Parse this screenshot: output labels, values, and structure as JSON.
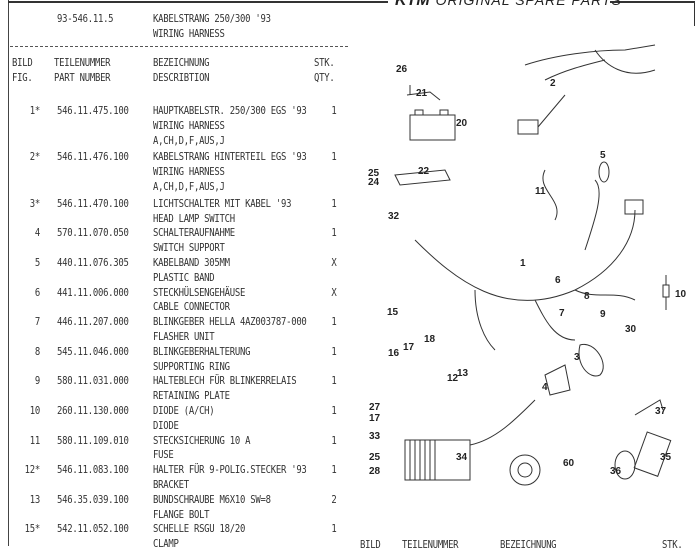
{
  "brand": {
    "logo": "KTM",
    "tagline": "ORIGINAL SPARE PARTS"
  },
  "group": {
    "number": "93-546.11.5",
    "title_de": "KABELSTRANG 250/300 '93",
    "title_en": "WIRING HARNESS"
  },
  "headers": {
    "fig_de": "BILD",
    "fig_en": "FIG.",
    "part_de": "TEILENUMMER",
    "part_en": "PART NUMBER",
    "desc_de": "BEZEICHNUNG",
    "desc_en": "DESCRIBTION",
    "qty_de": "STK.",
    "qty_en": "QTY."
  },
  "items": [
    {
      "fig": "1*",
      "part": "546.11.475.100",
      "lines": [
        "HAUPTKABELSTR. 250/300 EGS '93",
        "WIRING HARNESS",
        "A,CH,D,F,AUS,J"
      ],
      "qty": "1"
    },
    {
      "fig": "2*",
      "part": "546.11.476.100",
      "lines": [
        "KABELSTRANG HINTERTEIL EGS '93",
        "WIRING HARNESS",
        "A,CH,D,F,AUS,J"
      ],
      "qty": "1"
    },
    {
      "fig": "3*",
      "part": "546.11.470.100",
      "lines": [
        "LICHTSCHALTER MIT KABEL    '93",
        "HEAD LAMP SWITCH"
      ],
      "qty": "1"
    },
    {
      "fig": "4",
      "part": "570.11.070.050",
      "lines": [
        "SCHALTERAUFNAHME",
        "SWITCH SUPPORT"
      ],
      "qty": "1"
    },
    {
      "fig": "5",
      "part": "440.11.076.305",
      "lines": [
        "KABELBAND 305MM",
        "PLASTIC BAND"
      ],
      "qty": "X"
    },
    {
      "fig": "6",
      "part": "441.11.006.000",
      "lines": [
        "STECKHÜLSENGEHÄUSE",
        "CABLE CONNECTOR"
      ],
      "qty": "X"
    },
    {
      "fig": "7",
      "part": "446.11.207.000",
      "lines": [
        "BLINKGEBER HELLA 4AZ003787-000",
        "FLASHER UNIT"
      ],
      "qty": "1"
    },
    {
      "fig": "8",
      "part": "545.11.046.000",
      "lines": [
        "BLINKGEBERHALTERUNG",
        "SUPPORTING RING"
      ],
      "qty": "1"
    },
    {
      "fig": "9",
      "part": "580.11.031.000",
      "lines": [
        "HALTEBLECH FÜR BLINKERRELAIS",
        "RETAINING PLATE"
      ],
      "qty": "1"
    },
    {
      "fig": "10",
      "part": "260.11.130.000",
      "lines": [
        "DIODE  (A/CH)",
        "DIODE"
      ],
      "qty": "1"
    },
    {
      "fig": "11",
      "part": "580.11.109.010",
      "lines": [
        "STECKSICHERUNG 10 A",
        "FUSE"
      ],
      "qty": "1"
    },
    {
      "fig": "12*",
      "part": "546.11.083.100",
      "lines": [
        "HALTER FÜR 9-POLIG.STECKER '93",
        "BRACKET"
      ],
      "qty": "1"
    },
    {
      "fig": "13",
      "part": "546.35.039.100",
      "lines": [
        "BUNDSCHRAUBE M6X10      SW=8",
        "FLANGE BOLT"
      ],
      "qty": "2"
    },
    {
      "fig": "15*",
      "part": "542.11.052.100",
      "lines": [
        "SCHELLE RSGU 18/20",
        "CLAMP"
      ],
      "qty": "1"
    }
  ],
  "footer_headers": {
    "fig": "BILD",
    "part": "TEILENUMMER",
    "desc": "BEZEICHNUNG",
    "qty": "STK."
  },
  "callouts": [
    "26",
    "21",
    "20",
    "25",
    "24",
    "22",
    "2",
    "5",
    "11",
    "32",
    "1",
    "6",
    "8",
    "7",
    "9",
    "15",
    "18",
    "16",
    "17",
    "30",
    "10",
    "3",
    "12",
    "13",
    "4",
    "27",
    "17",
    "33",
    "25",
    "28",
    "34",
    "60",
    "37",
    "36",
    "35"
  ]
}
